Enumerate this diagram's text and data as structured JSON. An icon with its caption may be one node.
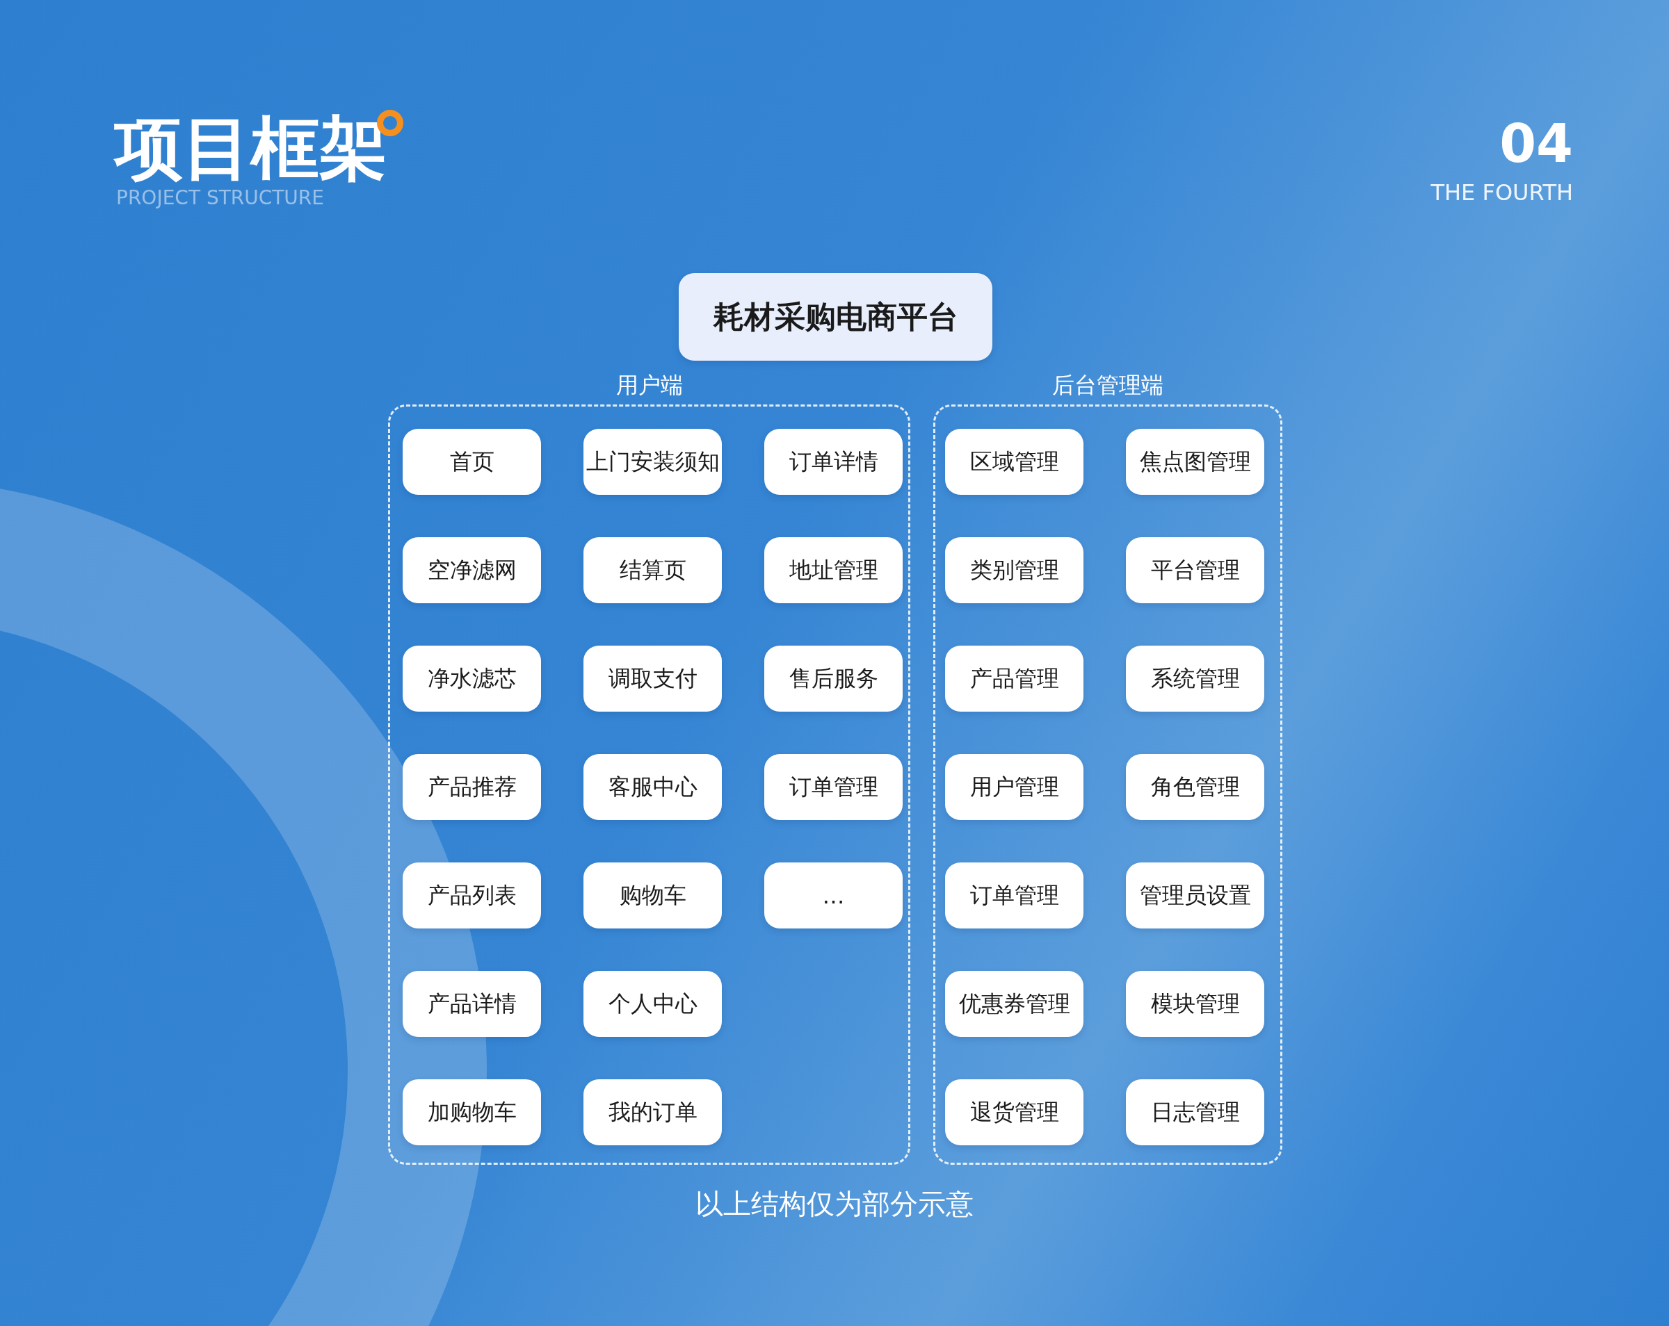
{
  "diagram": {
    "title": "项目框架",
    "caption": "以上结构仅为部分示意",
    "nodes": [
      {
        "text": [
          "耗材采购电商平台"
        ]
      },
      {
        "text": [
          "用户端"
        ]
      },
      {
        "text": [
          "首页"
        ],
        "in": 1
      },
      {
        "text": [
          "上门安装须知"
        ],
        "in": 1
      },
      {
        "text": [
          "订单详情"
        ],
        "in": 1
      },
      {
        "text": [
          "空净滤网"
        ],
        "in": 1
      },
      {
        "text": [
          "结算页"
        ],
        "in": 1
      },
      {
        "text": [
          "地址管理"
        ],
        "in": 1
      },
      {
        "text": [
          "净水滤芯"
        ],
        "in": 1
      },
      {
        "text": [
          "调取支付"
        ],
        "in": 1
      },
      {
        "text": [
          "售后服务"
        ],
        "in": 1
      },
      {
        "text": [
          "产品推荐"
        ],
        "in": 1
      },
      {
        "text": [
          "客服中心"
        ],
        "in": 1
      },
      {
        "text": [
          "订单管理"
        ],
        "in": 1
      },
      {
        "text": [
          "产品列表"
        ],
        "in": 1
      },
      {
        "text": [
          "购物车"
        ],
        "in": 1
      },
      {
        "text": [
          "…"
        ],
        "in": 1
      },
      {
        "text": [
          "产品详情"
        ],
        "in": 1
      },
      {
        "text": [
          "个人中心"
        ],
        "in": 1
      },
      {
        "text": [
          "加购物车"
        ],
        "in": 1
      },
      {
        "text": [
          "我的订单"
        ],
        "in": 1
      },
      {
        "text": [
          "后台管理端"
        ]
      },
      {
        "text": [
          "区域管理"
        ],
        "in": 21
      },
      {
        "text": [
          "焦点图管理"
        ],
        "in": 21
      },
      {
        "text": [
          "类别管理"
        ],
        "in": 21
      },
      {
        "text": [
          "平台管理"
        ],
        "in": 21
      },
      {
        "text": [
          "产品管理"
        ],
        "in": 21
      },
      {
        "text": [
          "系统管理"
        ],
        "in": 21
      },
      {
        "text": [
          "用户管理"
        ],
        "in": 21
      },
      {
        "text": [
          "角色管理"
        ],
        "in": 21
      },
      {
        "text": [
          "订单管理"
        ],
        "in": 21
      },
      {
        "text": [
          "管理员设置"
        ],
        "in": 21
      },
      {
        "text": [
          "优惠券管理"
        ],
        "in": 21
      },
      {
        "text": [
          "模块管理"
        ],
        "in": 21
      },
      {
        "text": [
          "退货管理"
        ],
        "in": 21
      },
      {
        "text": [
          "日志管理"
        ],
        "in": 21
      }
    ],
    "edges": [],
    "labels": [
      "PROJECT STRUCTURE",
      "04",
      "THE FOURTH"
    ]
  }
}
